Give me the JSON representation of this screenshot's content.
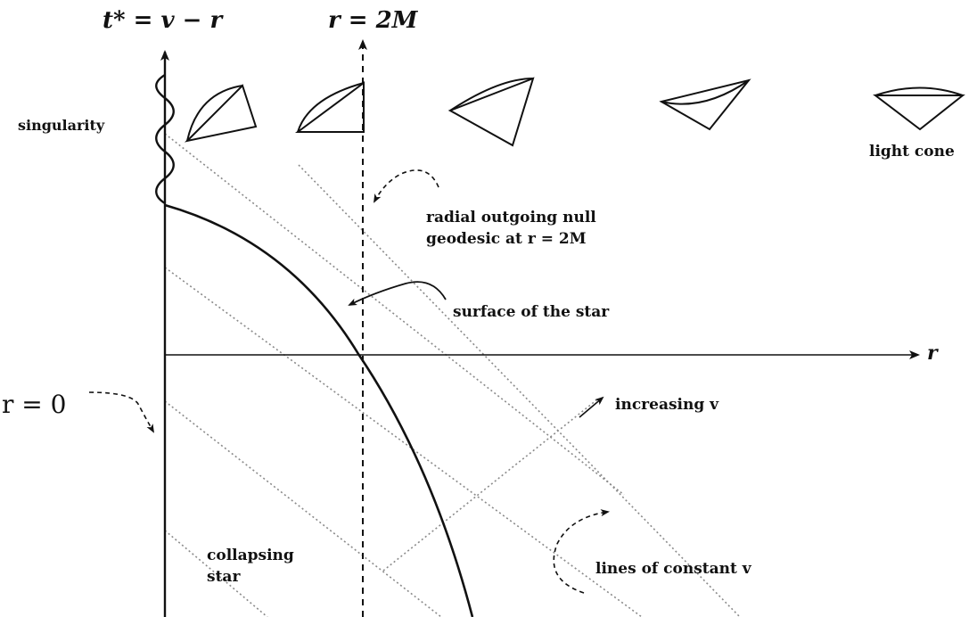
{
  "axes": {
    "time_axis_label": "t* = v − r",
    "horizon_label": "r = 2M",
    "r_axis_label": "r",
    "origin_label": "r = 0"
  },
  "annotations": {
    "singularity": "singularity",
    "light_cone": "light cone",
    "null_geodesic": "radial outgoing null\ngeodesic at r = 2M",
    "surface": "surface of the star",
    "increasing_v": "increasing v",
    "constant_v": "lines of constant v",
    "collapsing_star": "collapsing\nstar"
  },
  "colors": {
    "ink": "#111111",
    "dotted": "#8a8a8a"
  }
}
